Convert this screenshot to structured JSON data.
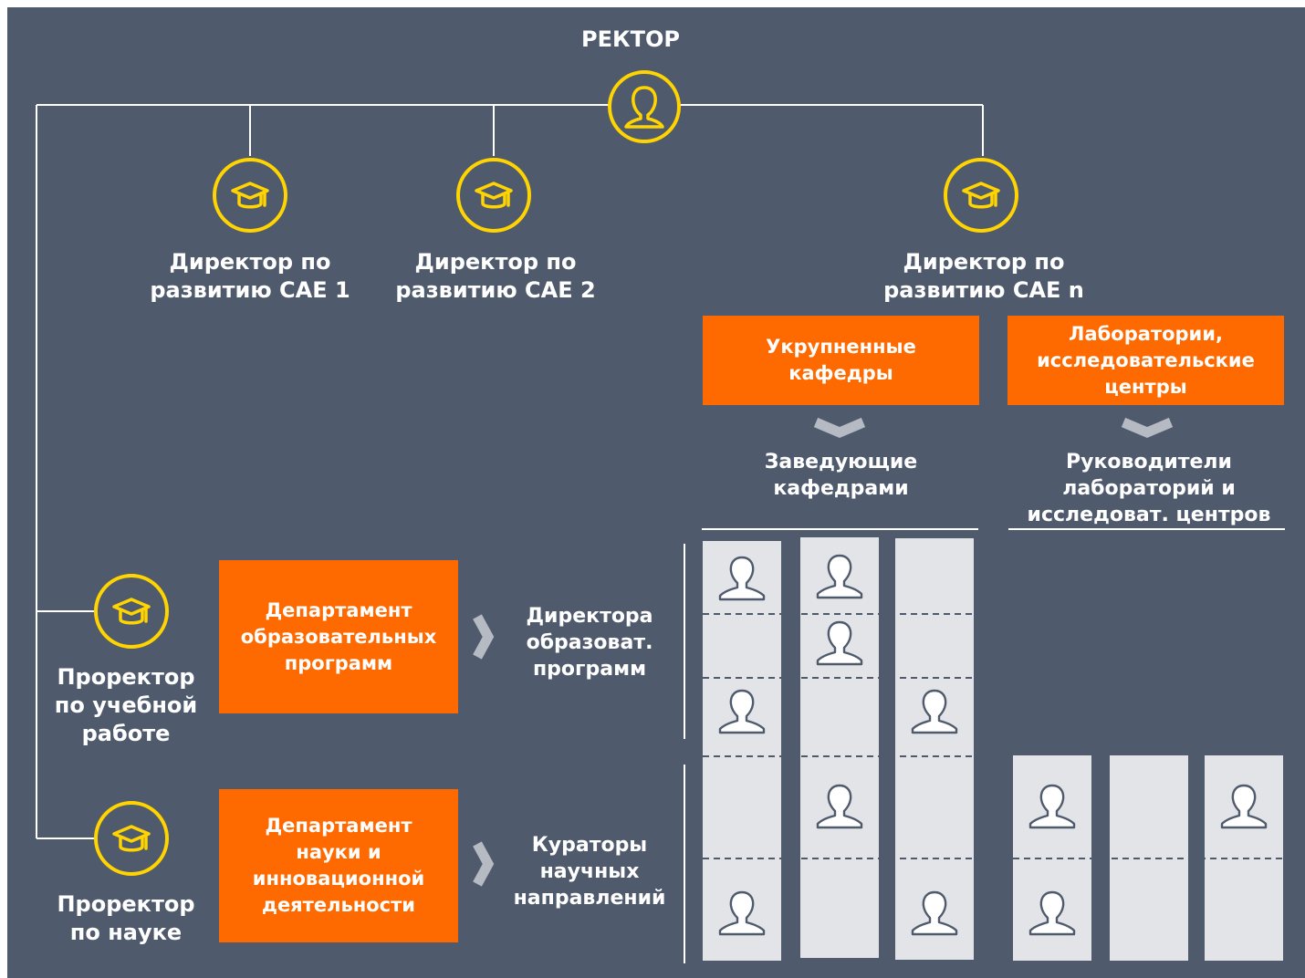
{
  "top": {
    "title": "РЕКТОР"
  },
  "directors": [
    {
      "label": "Директор по\nразвитию САЕ 1"
    },
    {
      "label": "Директор по\nразвитию САЕ 2"
    },
    {
      "label": "Директор по\nразвитию САЕ n"
    }
  ],
  "units": {
    "chairs": "Укрупненные\nкафедры",
    "labs": "Лаборатории,\nисследовательские\nцентры",
    "chair_heads": "Заведующие\nкафедрами",
    "lab_heads": "Руководители\nлабораторий и\nисследоват. центров"
  },
  "vice_rectors": {
    "education": {
      "title": "Проректор\nпо учебной\nработе",
      "department": "Департамент\nобразовательных\nпрограмм",
      "role": "Директора\nобразоват.\nпрограмм"
    },
    "science": {
      "title": "Проректор\nпо науке",
      "department": "Департамент\nнауки и\nинновационной\nдеятельности",
      "role": "Кураторы\nнаучных\nнаправлений"
    }
  },
  "colors": {
    "background": "#4f5a6d",
    "accent": "#ff6a00",
    "icon_ring": "#ffd400",
    "column": "#e3e4e8",
    "line": "#ffffff"
  },
  "icons": {
    "rector": "person-icon",
    "directors": "graduation-cap-icon",
    "staff": "person-outline-icon"
  }
}
